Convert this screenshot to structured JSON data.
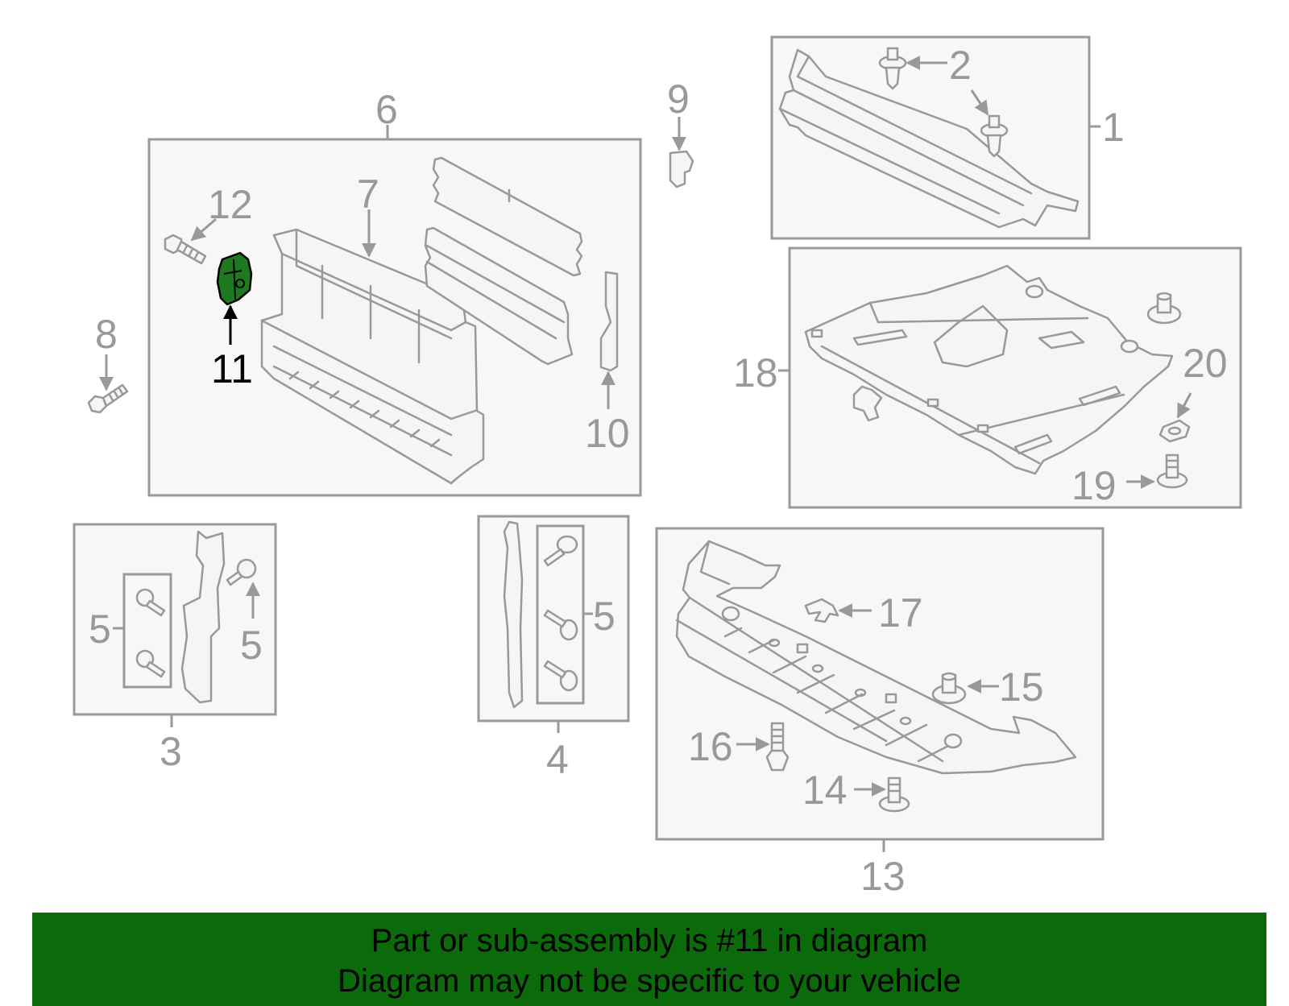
{
  "highlight_color": "#1e7a1e",
  "banner_color": "#0b6b0b",
  "callouts": {
    "c1": "1",
    "c2": "2",
    "c3": "3",
    "c4": "4",
    "c5a": "5",
    "c5b": "5",
    "c5c": "5",
    "c6": "6",
    "c7": "7",
    "c8": "8",
    "c9": "9",
    "c10": "10",
    "c11": "11",
    "c12": "12",
    "c13": "13",
    "c14": "14",
    "c15": "15",
    "c16": "16",
    "c17": "17",
    "c18": "18",
    "c19": "19",
    "c20": "20"
  },
  "banner": {
    "line1": "Part or sub-assembly is #11 in diagram",
    "line2": "Diagram may not be specific to your vehicle"
  }
}
